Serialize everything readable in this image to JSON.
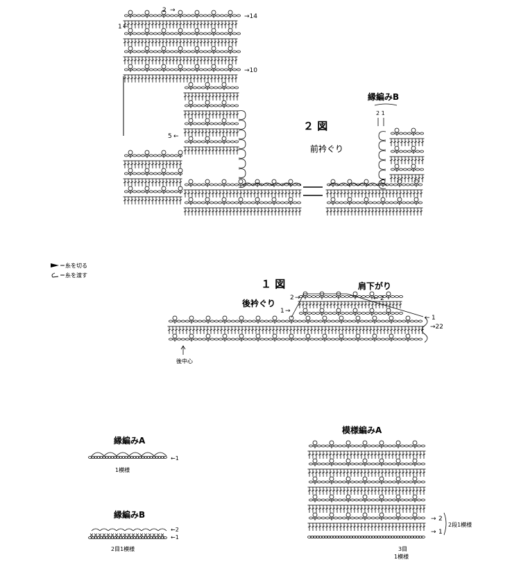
{
  "figure2": {
    "title": "２ 図",
    "neckline_label": "前衿ぐり",
    "border_b_label": "縁編みB",
    "border_b_rows": "2 1",
    "row_labels": [
      "2",
      "1",
      "→14",
      "→10",
      "5"
    ]
  },
  "legend": {
    "cut_yarn": "＝糸を切る",
    "attach_yarn": "＝糸を渡す"
  },
  "figure1": {
    "title": "１ 図",
    "neckline_label": "後衿ぐり",
    "shoulder_label": "肩下がり",
    "center_back_label": "後中心",
    "row_labels": [
      "2",
      "1",
      "2",
      "1",
      "→22"
    ]
  },
  "border_a": {
    "title": "縁編みA",
    "row_label": "←1",
    "repeat_label": "1模様"
  },
  "border_b": {
    "title": "縁編みB",
    "row_labels": [
      "←2",
      "←1"
    ],
    "repeat_label": "2目1模様"
  },
  "pattern_a": {
    "title": "模様編みA",
    "row_labels": [
      "2",
      "1"
    ],
    "row_repeat_label": "2段1模様",
    "stitch_repeat_label": "3目",
    "repeat_label": "1模様"
  }
}
